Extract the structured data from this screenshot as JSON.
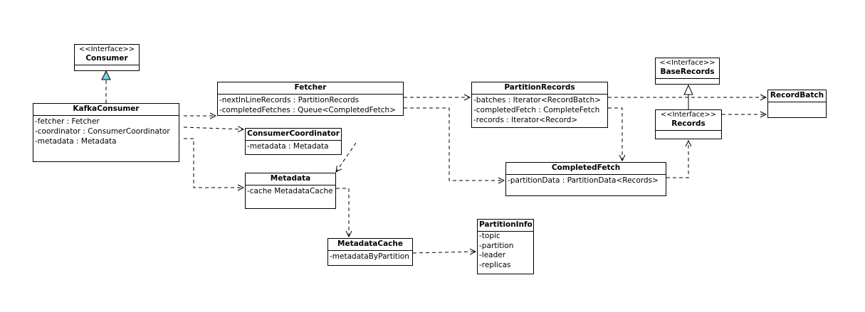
{
  "classes": {
    "consumer": {
      "stereotype": "<<Interface>>",
      "name": "Consumer",
      "attributes": []
    },
    "kafka_consumer": {
      "name": "KafkaConsumer",
      "attributes": [
        "-fetcher : Fetcher",
        "-coordinator : ConsumerCoordinator",
        "-metadata : Metadata"
      ]
    },
    "fetcher": {
      "name": "Fetcher",
      "attributes": [
        "-nextInLineRecords : PartitionRecords",
        "-completedFetches : Queue<CompletedFetch>"
      ]
    },
    "consumer_coordinator": {
      "name": "ConsumerCoordinator",
      "attributes": [
        "-metadata : Metadata"
      ]
    },
    "metadata": {
      "name": "Metadata",
      "attributes": [
        "-cache MetadataCache"
      ]
    },
    "metadata_cache": {
      "name": "MetadataCache",
      "attributes": [
        "-metadataByPartition"
      ]
    },
    "partition_info": {
      "name": "PartitionInfo",
      "attributes": [
        "-topic",
        "-partition",
        "-leader",
        "-replicas"
      ]
    },
    "partition_records": {
      "name": "PartitionRecords",
      "attributes": [
        "-batches : Iterator<RecordBatch>",
        "-completedFetch : CompleteFetch",
        "-records : Iterator<Record>"
      ]
    },
    "completed_fetch": {
      "name": "CompletedFetch",
      "attributes": [
        "-partitionData : PartitionData<Records>"
      ]
    },
    "base_records": {
      "stereotype": "<<Interface>>",
      "name": "BaseRecords",
      "attributes": []
    },
    "records": {
      "stereotype": "<<Interface>>",
      "name": "Records",
      "attributes": []
    },
    "record_batch": {
      "name": "RecordBatch",
      "attributes": []
    }
  },
  "relations": [
    {
      "from": "kafka_consumer",
      "to": "consumer",
      "kind": "realization"
    },
    {
      "from": "kafka_consumer",
      "to": "fetcher",
      "kind": "dependency"
    },
    {
      "from": "kafka_consumer",
      "to": "consumer_coordinator",
      "kind": "dependency"
    },
    {
      "from": "kafka_consumer",
      "to": "metadata",
      "kind": "dependency"
    },
    {
      "from": "consumer_coordinator",
      "to": "metadata",
      "kind": "dependency"
    },
    {
      "from": "metadata",
      "to": "metadata_cache",
      "kind": "dependency"
    },
    {
      "from": "metadata_cache",
      "to": "partition_info",
      "kind": "dependency"
    },
    {
      "from": "fetcher",
      "to": "partition_records",
      "kind": "dependency"
    },
    {
      "from": "fetcher",
      "to": "completed_fetch",
      "kind": "dependency"
    },
    {
      "from": "partition_records",
      "to": "completed_fetch",
      "kind": "dependency"
    },
    {
      "from": "partition_records",
      "to": "record_batch",
      "kind": "dependency"
    },
    {
      "from": "completed_fetch",
      "to": "records",
      "kind": "dependency"
    },
    {
      "from": "records",
      "to": "base_records",
      "kind": "generalization"
    },
    {
      "from": "records",
      "to": "record_batch",
      "kind": "dependency"
    }
  ],
  "colors": {
    "line": "#000000",
    "realization_head": "#7ecfe0",
    "background": "#ffffff"
  }
}
